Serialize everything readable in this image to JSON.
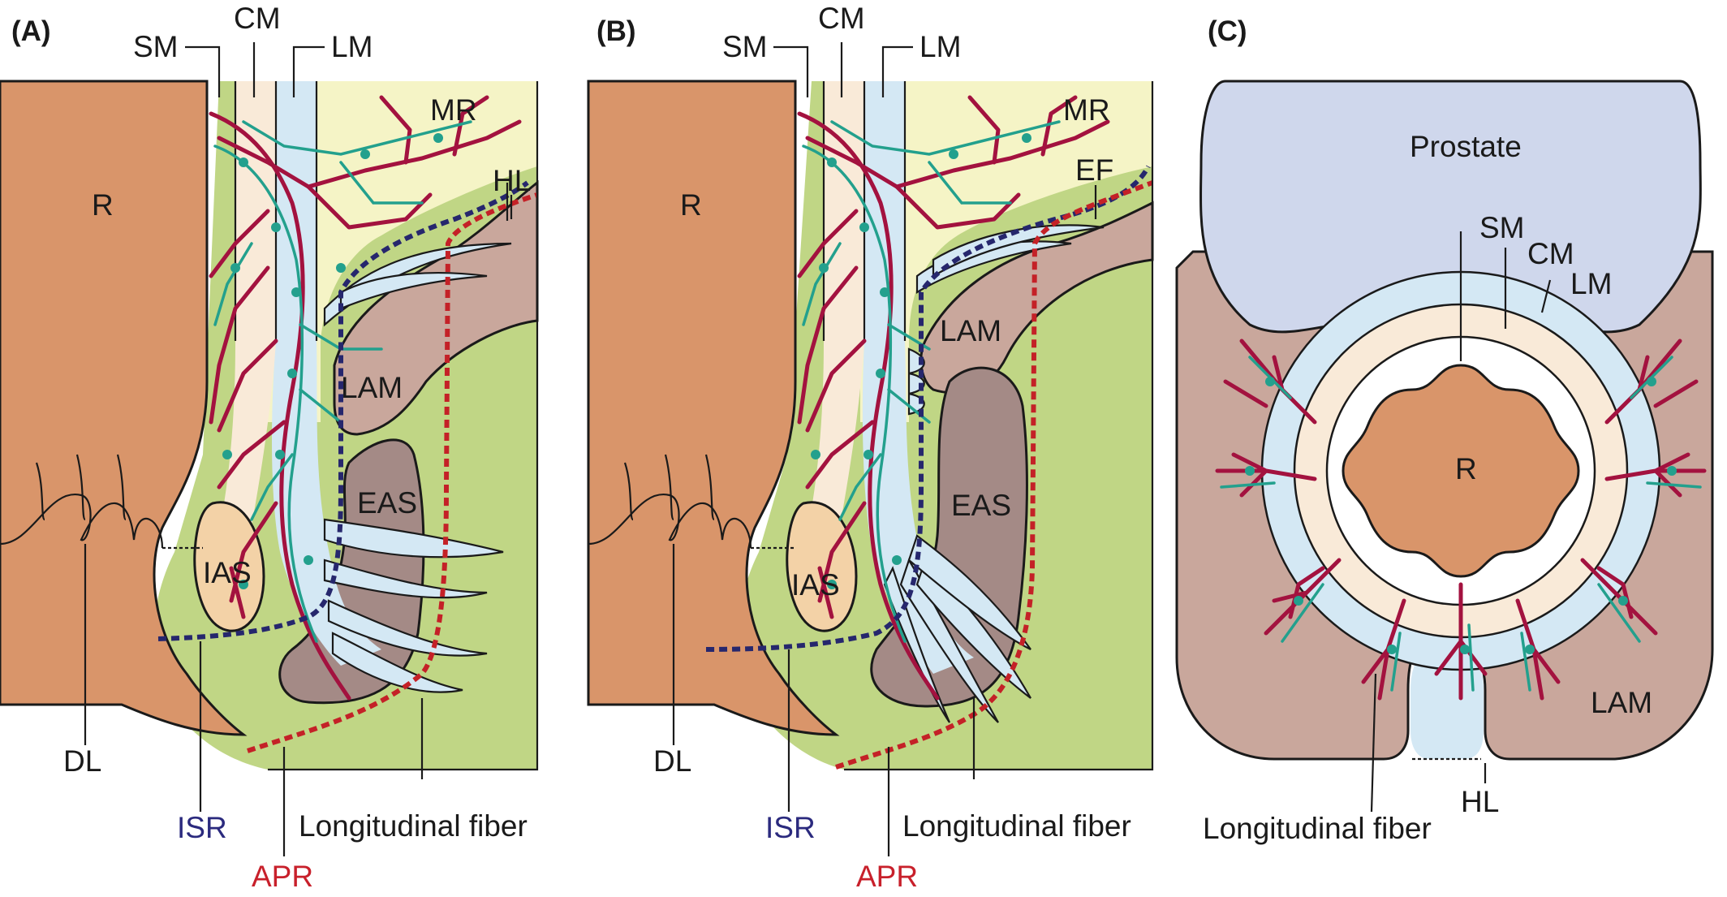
{
  "colors": {
    "rectum": "#d9956a",
    "mucosa_yellow": "#f5f4c6",
    "fat_green": "#c0d685",
    "muscle_mauve": "#c9a79c",
    "eas_brown": "#a48a86",
    "longitudinal_blue": "#d4e8f4",
    "circular_cream": "#f9ead8",
    "prostate": "#cfd7ec",
    "vessel": "#a3123f",
    "nerve": "#23a08d",
    "isr_line": "#26276d",
    "apr_line": "#c42127"
  },
  "panel_a": {
    "panel_label": "(A)",
    "label_sm": "SM",
    "label_cm": "CM",
    "label_lm": "LM",
    "label_mr": "MR",
    "label_hl": "HL",
    "label_r": "R",
    "label_lam": "LAM",
    "label_eas": "EAS",
    "label_ias": "IAS",
    "label_dl": "DL",
    "label_isr": "ISR",
    "label_apr": "APR",
    "label_longitudinal": "Longitudinal fiber"
  },
  "panel_b": {
    "panel_label": "(B)",
    "label_sm": "SM",
    "label_cm": "CM",
    "label_lm": "LM",
    "label_mr": "MR",
    "label_ef": "EF",
    "label_r": "R",
    "label_lam": "LAM",
    "label_eas": "EAS",
    "label_ias": "IAS",
    "label_dl": "DL",
    "label_isr": "ISR",
    "label_apr": "APR",
    "label_longitudinal": "Longitudinal fiber"
  },
  "panel_c": {
    "panel_label": "(C)",
    "label_prostate": "Prostate",
    "label_sm": "SM",
    "label_cm": "CM",
    "label_lm": "LM",
    "label_r": "R",
    "label_lam": "LAM",
    "label_hl": "HL",
    "label_longitudinal": "Longitudinal fiber"
  }
}
